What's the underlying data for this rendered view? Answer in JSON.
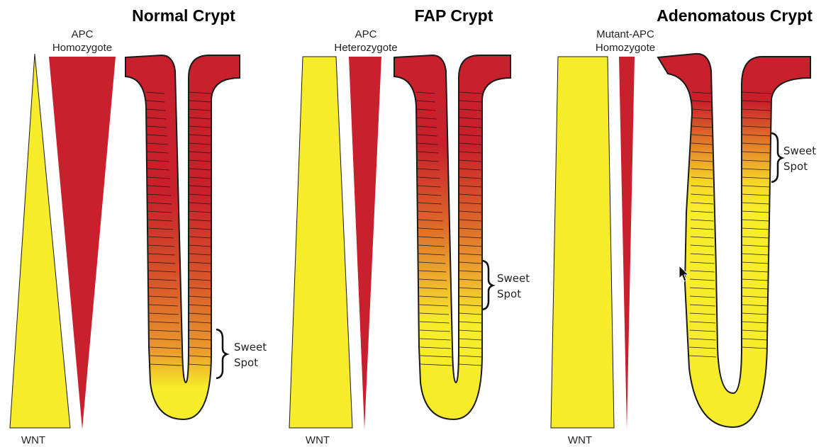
{
  "panels": [
    {
      "title": "Normal Crypt",
      "apc_label": [
        "APC",
        "Homozygote"
      ],
      "wnt_label": "WNT",
      "sweet_spot_label": [
        "Sweet",
        "Spot"
      ]
    },
    {
      "title": "FAP Crypt",
      "apc_label": [
        "APC",
        "Heterozygote"
      ],
      "wnt_label": "WNT",
      "sweet_spot_label": [
        "Sweet",
        "Spot"
      ]
    },
    {
      "title": "Adenomatous Crypt",
      "apc_label": [
        "Mutant-APC",
        "Homozygote"
      ],
      "wnt_label": "WNT",
      "sweet_spot_label": [
        "Sweet",
        "Spot"
      ]
    }
  ],
  "colors": {
    "wnt": "#f7ec2a",
    "apc": "#c8202c",
    "crypt_top": "#c8202c",
    "crypt_mid": "#e8882a",
    "crypt_bottom": "#f7ec2a",
    "outline": "#1a1a1a"
  },
  "cursor": "mouse-pointer-icon"
}
